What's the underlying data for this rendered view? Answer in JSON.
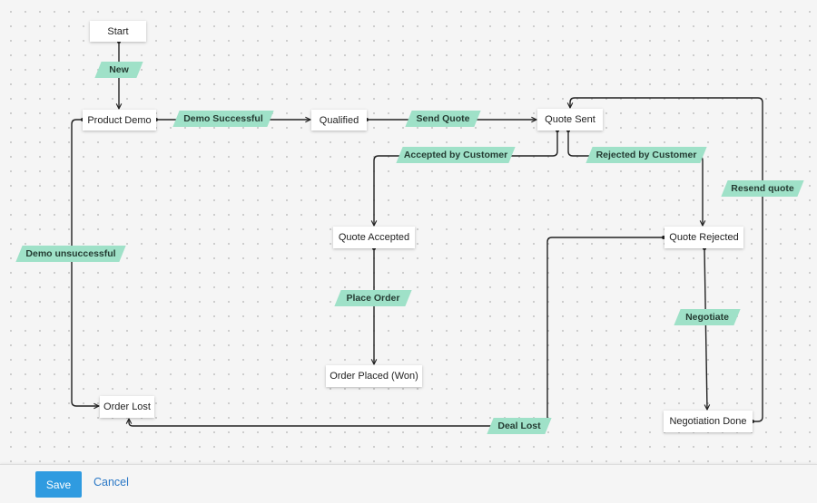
{
  "diagram": {
    "nodes": [
      {
        "id": "start",
        "label": "Start"
      },
      {
        "id": "product_demo",
        "label": "Product Demo"
      },
      {
        "id": "qualified",
        "label": "Qualified"
      },
      {
        "id": "quote_sent",
        "label": "Quote Sent"
      },
      {
        "id": "quote_accepted",
        "label": "Quote Accepted"
      },
      {
        "id": "quote_rejected",
        "label": "Quote Rejected"
      },
      {
        "id": "order_placed",
        "label": "Order Placed (Won)"
      },
      {
        "id": "order_lost",
        "label": "Order Lost"
      },
      {
        "id": "negotiation_done",
        "label": "Negotiation Done"
      }
    ],
    "transitions": [
      {
        "id": "new",
        "label": "New",
        "from": "start",
        "to": "product_demo"
      },
      {
        "id": "demo_successful",
        "label": "Demo Successful",
        "from": "product_demo",
        "to": "qualified"
      },
      {
        "id": "send_quote",
        "label": "Send Quote",
        "from": "qualified",
        "to": "quote_sent"
      },
      {
        "id": "accepted_by_customer",
        "label": "Accepted by Customer",
        "from": "quote_sent",
        "to": "quote_accepted"
      },
      {
        "id": "rejected_by_customer",
        "label": "Rejected by Customer",
        "from": "quote_sent",
        "to": "quote_rejected"
      },
      {
        "id": "resend_quote",
        "label": "Resend quote",
        "from": "negotiation_done",
        "to": "quote_sent"
      },
      {
        "id": "demo_unsuccessful",
        "label": "Demo unsuccessful",
        "from": "product_demo",
        "to": "order_lost"
      },
      {
        "id": "place_order",
        "label": "Place Order",
        "from": "quote_accepted",
        "to": "order_placed"
      },
      {
        "id": "negotiate",
        "label": "Negotiate",
        "from": "quote_rejected",
        "to": "negotiation_done"
      },
      {
        "id": "deal_lost",
        "label": "Deal Lost",
        "from": "quote_rejected",
        "to": "order_lost"
      }
    ],
    "colors": {
      "label_fill": "#9fe1c8",
      "edge": "#222222",
      "node_fill": "#ffffff"
    }
  },
  "footer": {
    "save_label": "Save",
    "cancel_label": "Cancel",
    "save_color": "#2f9be0",
    "cancel_color": "#2a78c6"
  }
}
